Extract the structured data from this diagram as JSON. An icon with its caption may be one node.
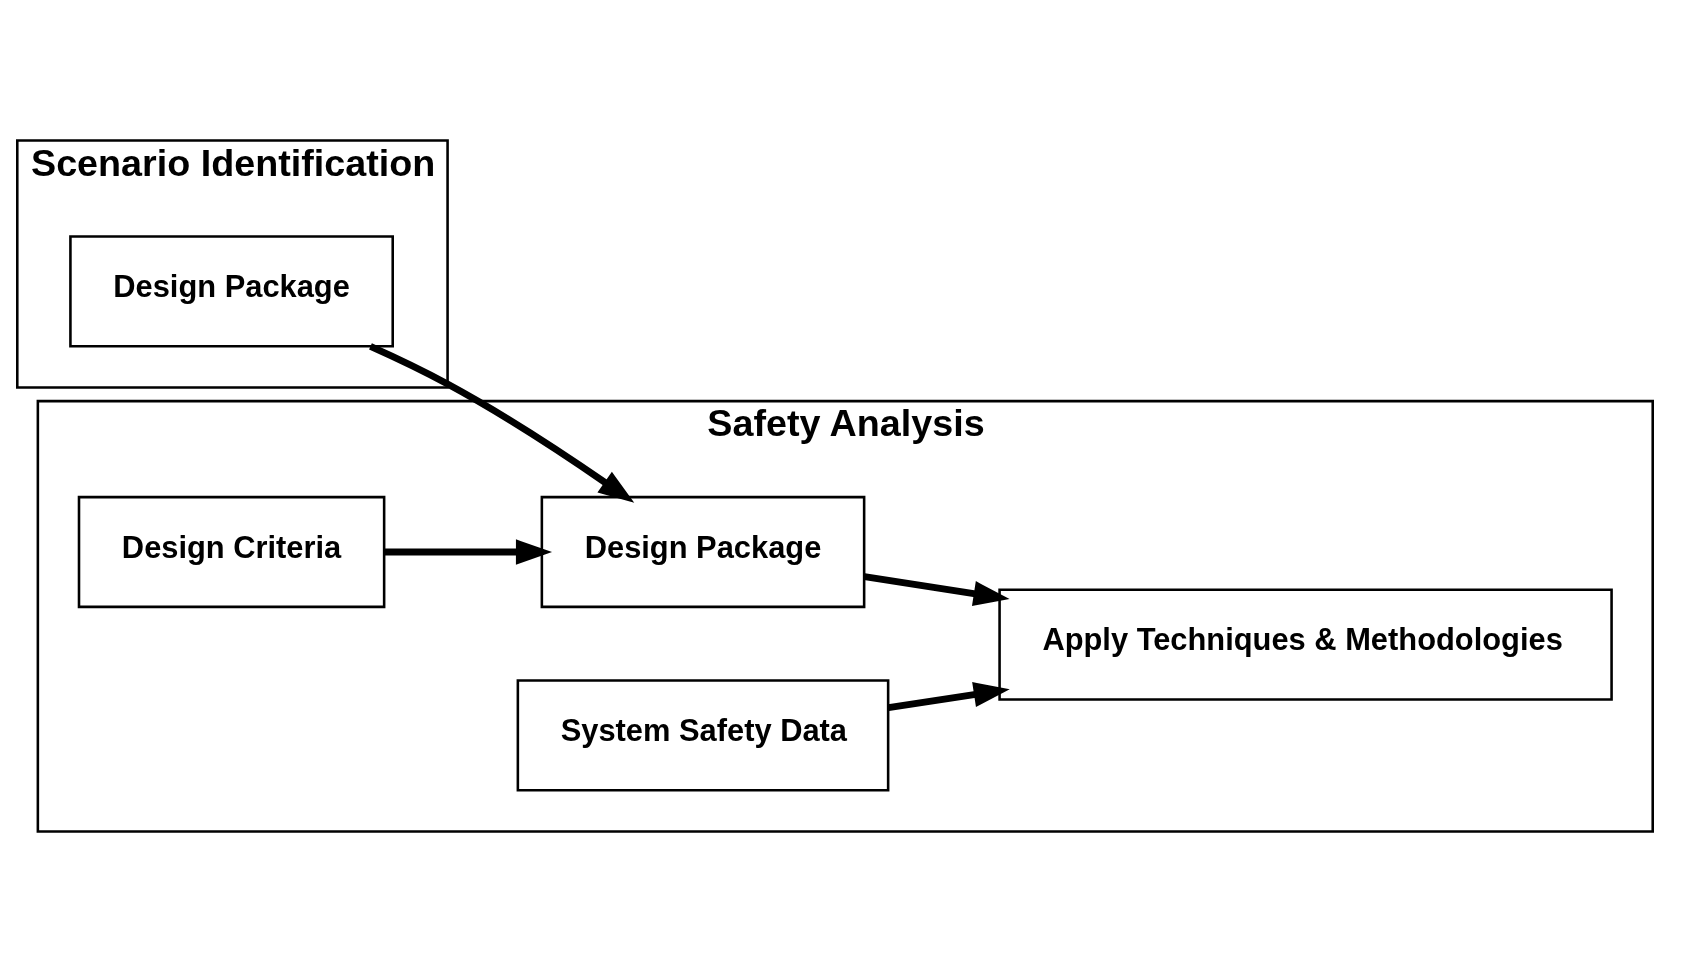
{
  "diagram": {
    "nodes": [
      {
        "text": [
          "Scenario Identification"
        ]
      },
      {
        "text": [
          "Design Package"
        ],
        "in": 0
      },
      {
        "text": [
          "Safety Analysis"
        ]
      },
      {
        "text": [
          "Design Criteria"
        ],
        "in": 2
      },
      {
        "text": [
          "Design Package"
        ],
        "in": 2
      },
      {
        "text": [
          "Apply Techniques & Methodologies"
        ],
        "in": 2
      },
      {
        "text": [
          "System Safety Data"
        ],
        "in": 2
      }
    ],
    "edges": [
      {
        "from": 1,
        "to": 4,
        "arrow": "to"
      },
      {
        "from": 3,
        "to": 4,
        "arrow": "to"
      },
      {
        "from": 4,
        "to": 5,
        "arrow": "to"
      },
      {
        "from": 6,
        "to": 5,
        "arrow": "to"
      }
    ]
  }
}
